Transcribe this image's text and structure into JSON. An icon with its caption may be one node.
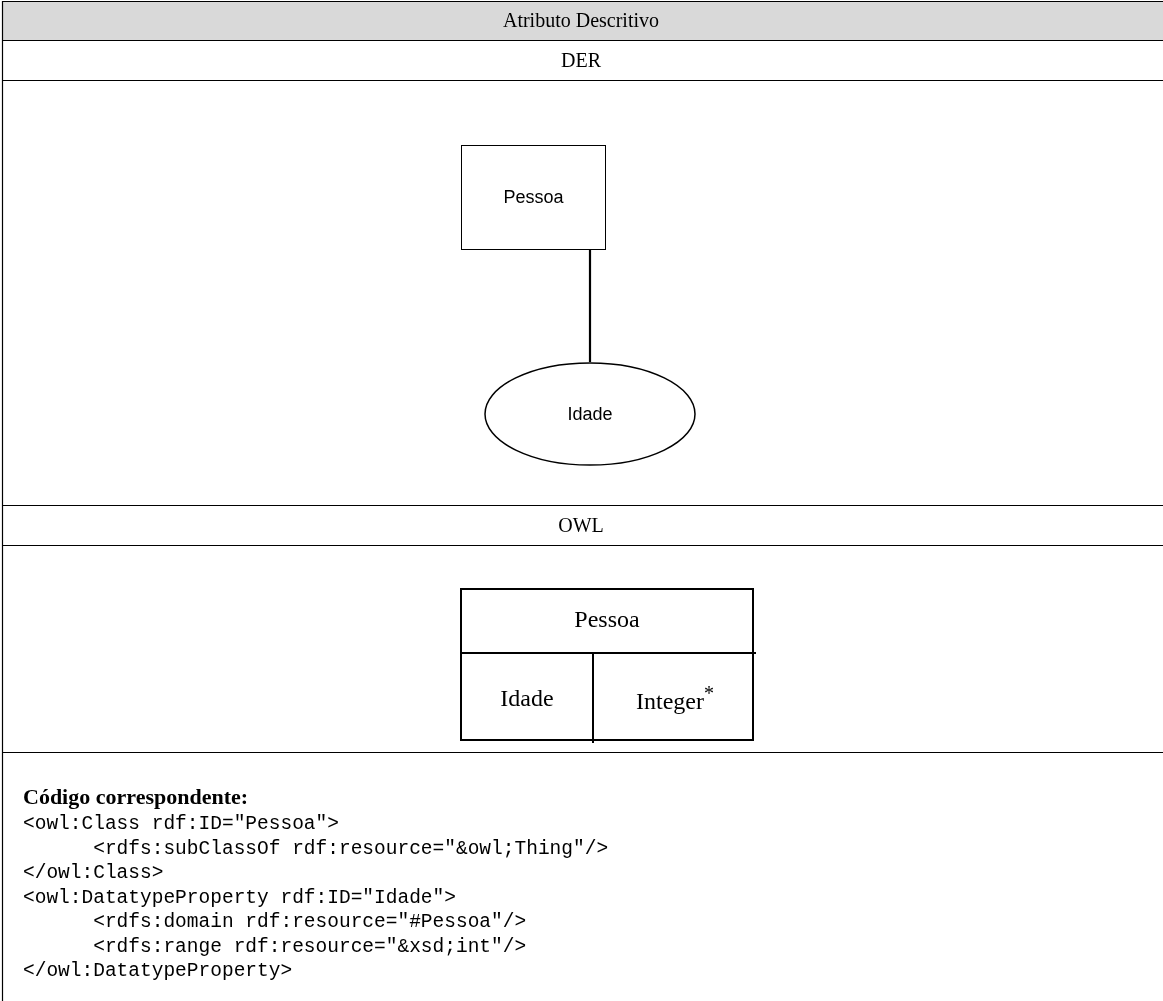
{
  "diagram": {
    "nodes": [
      {
        "text": [
          "Pessoa"
        ]
      },
      {
        "text": [
          "Idade"
        ]
      },
      {
        "text": [
          "Pessoa"
        ]
      },
      {
        "text": [
          "Idade"
        ],
        "in": 2
      },
      {
        "text": [
          "Integer$^{*}$"
        ],
        "in": 2
      }
    ],
    "edges": [
      {
        "from": 0,
        "to": 1,
        "arrow": "none"
      }
    ],
    "labels": [
      "Atributo Descritivo",
      "DER",
      "OWL",
      "Código correspondente:",
      "<owl:Class rdf:ID=\"Pessoa\">",
      "      <rdfs:subClassOf rdf:resource=\"&owl;Thing\"/>",
      "</owl:Class>",
      "<owl:DatatypeProperty rdf:ID=\"Idade\">",
      "      <rdfs:domain rdf:resource=\"#Pessoa\"/>",
      "      <rdfs:range rdf:resource=\"&xsd;int\"/>",
      "</owl:DatatypeProperty>"
    ]
  }
}
